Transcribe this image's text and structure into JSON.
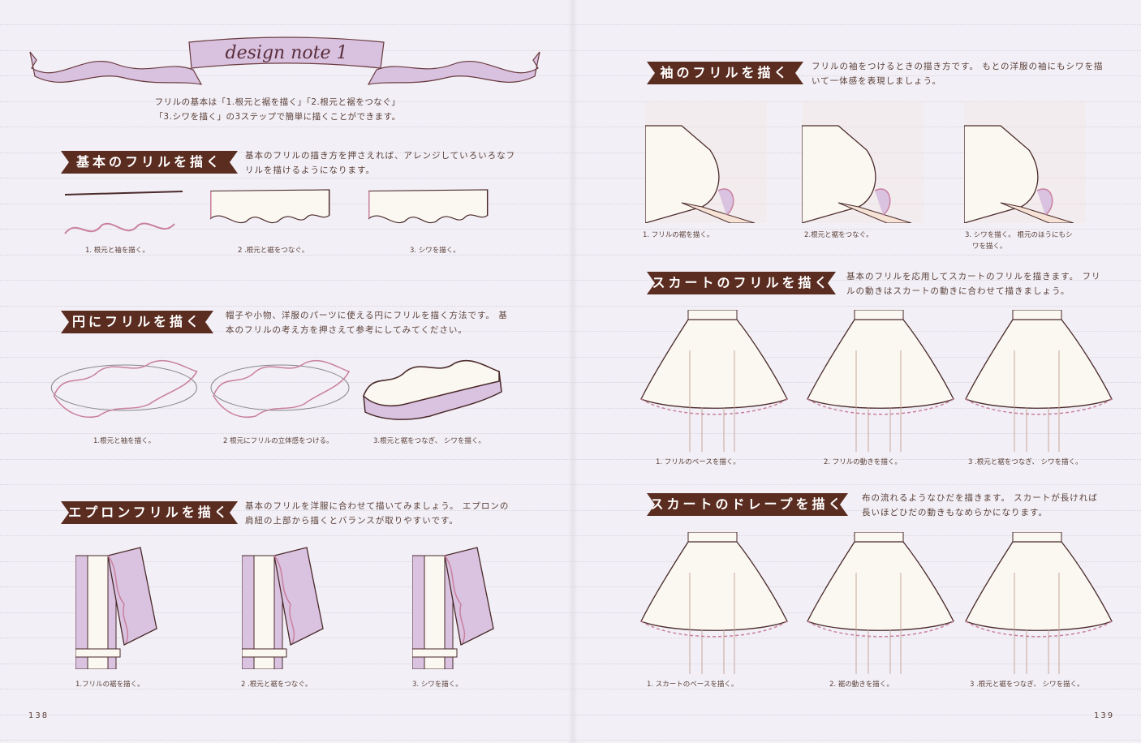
{
  "title_ribbon": {
    "text": "design note 1",
    "color": "#d8c2e0",
    "outline": "#6a3a3e"
  },
  "intro": [
    "フリルの基本は「1.根元と裾を描く」「2.根元と裾をつなぐ」",
    "「3.シワを描く」の3ステップで簡単に描くことができます。"
  ],
  "colors": {
    "banner": "#5b2c20",
    "page": "#f2eff6",
    "accent_pink": "#c9809e",
    "fill_purple": "#d9c3e0",
    "skin": "#f6e3d6"
  },
  "left_page": {
    "page_number": "138",
    "sections": [
      {
        "heading": "基本のフリルを描く",
        "description": [
          "基本のフリルの描き方を押さえれば、アレンジしていろいろなフ",
          "リルを描けるようになります。"
        ],
        "steps": [
          "1. 根元と袖を描く。",
          "2 .根元と裾をつなぐ。",
          "3. シワを描く。"
        ]
      },
      {
        "heading": "円にフリルを描く",
        "description": [
          "帽子や小物、洋服のパーツに使える円にフリルを描く方法です。 基",
          "本のフリルの考え方を押さえて参考にしてみてください。"
        ],
        "steps": [
          "1.根元と袖を描く。",
          "2 根元にフリルの立体感をつける。",
          "3.根元と裾をつなぎ、 シワを描く。"
        ]
      },
      {
        "heading": "エプロンフリルを描く",
        "description": [
          "基本のフリルを洋服に合わせて描いてみましょう。 エプロンの",
          "肩紐の上部から描くとバランスが取りやすいです。"
        ],
        "steps": [
          "1.フリルの裾を描く。",
          "2 .根元と裾をつなぐ。",
          "3. シワを描く。"
        ]
      }
    ]
  },
  "right_page": {
    "page_number": "139",
    "sections": [
      {
        "heading": "袖のフリルを描く",
        "description": [
          "フリルの袖をつけるときの描き方です。 もとの洋服の袖にもシワを描",
          "いて一体感を表現しましょう。"
        ],
        "steps": [
          "1. フリルの裾を描く。",
          "2.根元と裾をつなぐ。",
          "3. シワを描く。 根元のほうにもシ",
          "ワを描く。"
        ]
      },
      {
        "heading": "スカートのフリルを描く",
        "description": [
          "基本のフリルを応用してスカートのフリルを描きます。 フリ",
          "ルの動きはスカートの動きに合わせて描きましょう。"
        ],
        "steps": [
          "1. フリルのベースを描く。",
          "2. フリルの動きを描く。",
          "3 .根元と裾をつなぎ、 シワを描く。"
        ]
      },
      {
        "heading": "スカートのドレープを描く",
        "description": [
          "布の流れるようなひだを描きます。 スカートが長ければ",
          "長いほどひだの動きもなめらかになります。"
        ],
        "steps": [
          "1. スカートのベースを描く。",
          "2. 裾の動きを描く。",
          "3 .根元と裾をつなぎ、 シワを描く。"
        ]
      }
    ]
  }
}
